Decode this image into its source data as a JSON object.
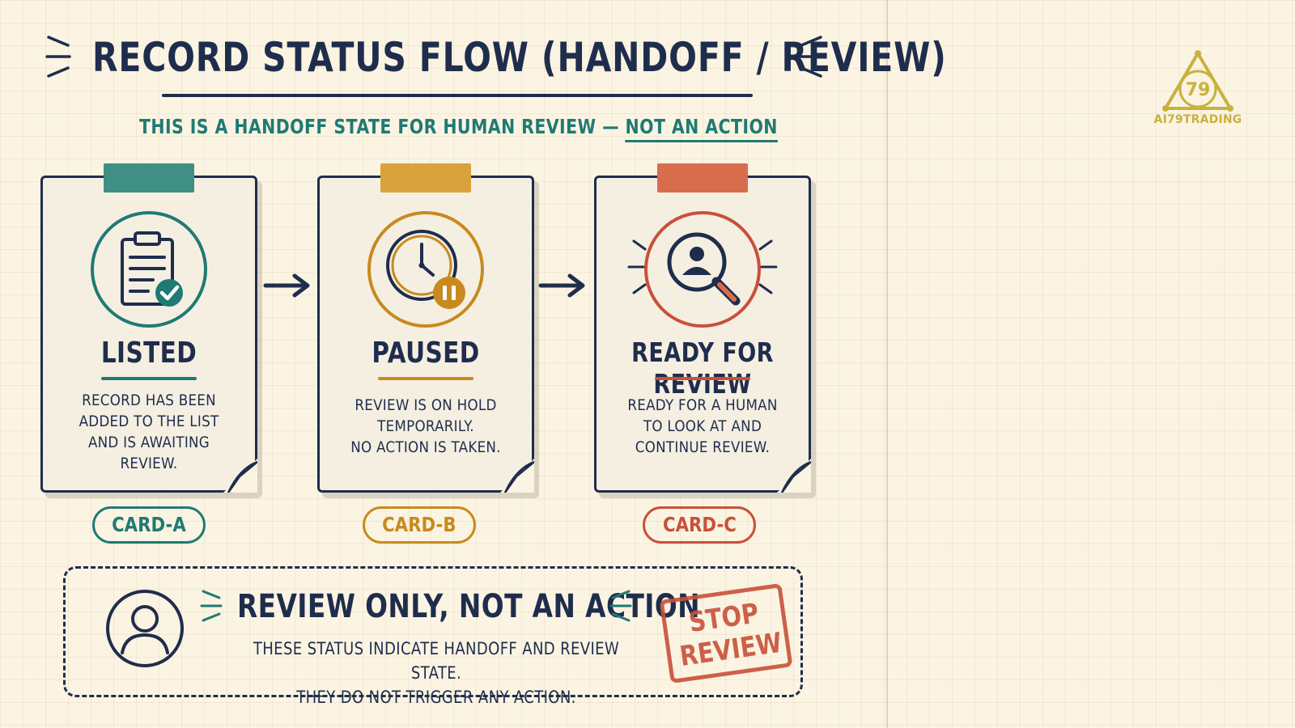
{
  "header": {
    "title": "RECORD STATUS FLOW (HANDOFF / REVIEW)",
    "subtitle_main": "THIS IS A HANDOFF STATE FOR HUMAN REVIEW — ",
    "subtitle_emphasis": "NOT AN ACTION"
  },
  "colors": {
    "ink": "#1f2d4d",
    "teal": "#1f7a74",
    "mustard": "#c88a1e",
    "rust": "#c9503a",
    "paper": "#fbf4e2"
  },
  "cards": [
    {
      "title": "LISTED",
      "icon": "clipboard-check-icon",
      "description": [
        "RECORD HAS BEEN",
        "ADDED TO THE LIST",
        "AND IS AWAITING",
        "REVIEW."
      ],
      "tag": "CARD-A",
      "color": "#1f7a74"
    },
    {
      "title": "PAUSED",
      "icon": "clock-pause-icon",
      "description": [
        "REVIEW IS ON HOLD",
        "TEMPORARILY.",
        "NO ACTION IS TAKEN."
      ],
      "tag": "CARD-B",
      "color": "#c88a1e"
    },
    {
      "title": "READY FOR REVIEW",
      "icon": "magnifier-person-icon",
      "description": [
        "READY FOR A HUMAN",
        "TO LOOK AT AND",
        "CONTINUE REVIEW."
      ],
      "tag": "CARD-C",
      "color": "#c9503a"
    }
  ],
  "note": {
    "title": "REVIEW ONLY, NOT AN ACTION",
    "lines": [
      "THESE STATUS INDICATE HANDOFF AND REVIEW STATE.",
      "THEY DO NOT TRIGGER ANY ACTION."
    ],
    "stamp": [
      "STOP",
      "REVIEW"
    ]
  },
  "logo": {
    "text": "AI79TRADING",
    "mark": "79"
  }
}
